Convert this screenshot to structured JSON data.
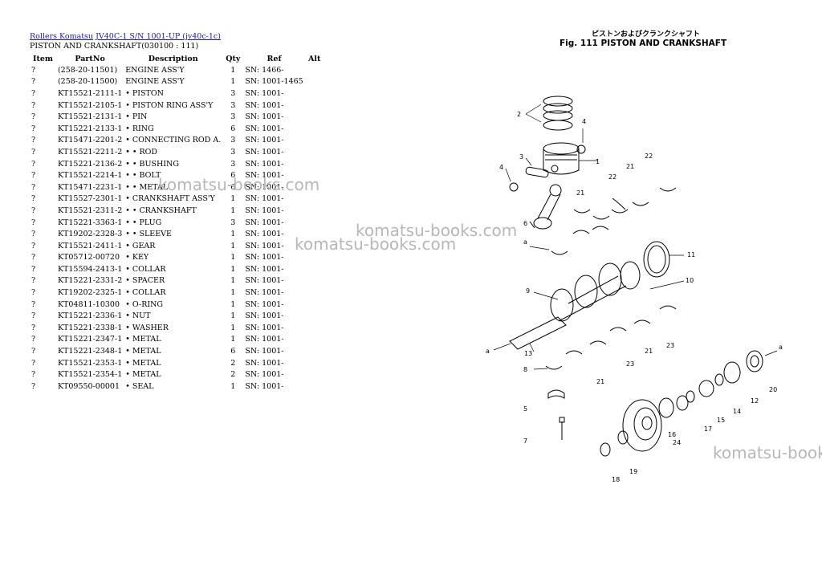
{
  "breadcrumb": {
    "link1": "Rollers Komatsu",
    "link2": "JV40C-1 S/N 1001-UP (jv40c-1c)"
  },
  "subtitle": "PISTON AND CRANKSHAFT(030100 : 111)",
  "table": {
    "headers": [
      "Item",
      "PartNo",
      "Description",
      "Qty",
      "Ref",
      "Alt"
    ],
    "rows": [
      {
        "item": "?",
        "part": "(258-20-11501)",
        "desc": "ENGINE ASS'Y",
        "qty": "1",
        "ref": "SN: 1466-",
        "alt": ""
      },
      {
        "item": "?",
        "part": "(258-20-11500)",
        "desc": "ENGINE ASS'Y",
        "qty": "1",
        "ref": "SN: 1001-1465",
        "alt": ""
      },
      {
        "item": "?",
        "part": "KT15521-2111-1",
        "desc": "• PISTON",
        "qty": "3",
        "ref": "SN: 1001-",
        "alt": ""
      },
      {
        "item": "?",
        "part": "KT15521-2105-1",
        "desc": "• PISTON RING ASS'Y",
        "qty": "3",
        "ref": "SN: 1001-",
        "alt": ""
      },
      {
        "item": "?",
        "part": "KT15521-2131-1",
        "desc": "• PIN",
        "qty": "3",
        "ref": "SN: 1001-",
        "alt": ""
      },
      {
        "item": "?",
        "part": "KT15221-2133-1",
        "desc": "• RING",
        "qty": "6",
        "ref": "SN: 1001-",
        "alt": ""
      },
      {
        "item": "?",
        "part": "KT15471-2201-2",
        "desc": "• CONNECTING ROD A.",
        "qty": "3",
        "ref": "SN: 1001-",
        "alt": ""
      },
      {
        "item": "?",
        "part": "KT15521-2211-2",
        "desc": "• • ROD",
        "qty": "3",
        "ref": "SN: 1001-",
        "alt": ""
      },
      {
        "item": "?",
        "part": "KT15221-2136-2",
        "desc": "• • BUSHING",
        "qty": "3",
        "ref": "SN: 1001-",
        "alt": ""
      },
      {
        "item": "?",
        "part": "KT15521-2214-1",
        "desc": "• • BOLT",
        "qty": "6",
        "ref": "SN: 1001-",
        "alt": ""
      },
      {
        "item": "?",
        "part": "KT15471-2231-1",
        "desc": "• • METAL",
        "qty": "6",
        "ref": "SN: 1001-",
        "alt": ""
      },
      {
        "item": "?",
        "part": "KT15527-2301-1",
        "desc": "• CRANKSHAFT ASS'Y",
        "qty": "1",
        "ref": "SN: 1001-",
        "alt": ""
      },
      {
        "item": "?",
        "part": "KT15521-2311-2",
        "desc": "• • CRANKSHAFT",
        "qty": "1",
        "ref": "SN: 1001-",
        "alt": ""
      },
      {
        "item": "?",
        "part": "KT15221-3363-1",
        "desc": "• • PLUG",
        "qty": "3",
        "ref": "SN: 1001-",
        "alt": ""
      },
      {
        "item": "?",
        "part": "KT19202-2328-3",
        "desc": "• • SLEEVE",
        "qty": "1",
        "ref": "SN: 1001-",
        "alt": ""
      },
      {
        "item": "?",
        "part": "KT15521-2411-1",
        "desc": "• GEAR",
        "qty": "1",
        "ref": "SN: 1001-",
        "alt": ""
      },
      {
        "item": "?",
        "part": "KT05712-00720",
        "desc": "• KEY",
        "qty": "1",
        "ref": "SN: 1001-",
        "alt": ""
      },
      {
        "item": "?",
        "part": "KT15594-2413-1",
        "desc": "• COLLAR",
        "qty": "1",
        "ref": "SN: 1001-",
        "alt": ""
      },
      {
        "item": "?",
        "part": "KT15221-2331-2",
        "desc": "• SPACER",
        "qty": "1",
        "ref": "SN: 1001-",
        "alt": ""
      },
      {
        "item": "?",
        "part": "KT19202-2325-1",
        "desc": "• COLLAR",
        "qty": "1",
        "ref": "SN: 1001-",
        "alt": ""
      },
      {
        "item": "?",
        "part": "KT04811-10300",
        "desc": "• O-RING",
        "qty": "1",
        "ref": "SN: 1001-",
        "alt": ""
      },
      {
        "item": "?",
        "part": "KT15221-2336-1",
        "desc": "• NUT",
        "qty": "1",
        "ref": "SN: 1001-",
        "alt": ""
      },
      {
        "item": "?",
        "part": "KT15221-2338-1",
        "desc": "• WASHER",
        "qty": "1",
        "ref": "SN: 1001-",
        "alt": ""
      },
      {
        "item": "?",
        "part": "KT15221-2347-1",
        "desc": "• METAL",
        "qty": "1",
        "ref": "SN: 1001-",
        "alt": ""
      },
      {
        "item": "?",
        "part": "KT15221-2348-1",
        "desc": "• METAL",
        "qty": "6",
        "ref": "SN: 1001-",
        "alt": ""
      },
      {
        "item": "?",
        "part": "KT15521-2353-1",
        "desc": "• METAL",
        "qty": "2",
        "ref": "SN: 1001-",
        "alt": ""
      },
      {
        "item": "?",
        "part": "KT15521-2354-1",
        "desc": "• METAL",
        "qty": "2",
        "ref": "SN: 1001-",
        "alt": ""
      },
      {
        "item": "?",
        "part": "KT09550-00001",
        "desc": "• SEAL",
        "qty": "1",
        "ref": "SN: 1001-",
        "alt": ""
      }
    ]
  },
  "watermark": "komatsu-books.com",
  "watermark_cut": "komatsu-book",
  "figure": {
    "title_jp": "ピストンおよびクランクシャフト",
    "title": "Fig. 111  PISTON AND CRANKSHAFT",
    "callouts": [
      "1",
      "2",
      "3",
      "4",
      "4",
      "5",
      "6",
      "7",
      "8",
      "9",
      "10",
      "11",
      "12",
      "13",
      "14",
      "15",
      "16",
      "17",
      "18",
      "19",
      "20",
      "21",
      "21",
      "21",
      "21",
      "22",
      "22",
      "23",
      "23",
      "24",
      "a",
      "a",
      "a"
    ]
  }
}
